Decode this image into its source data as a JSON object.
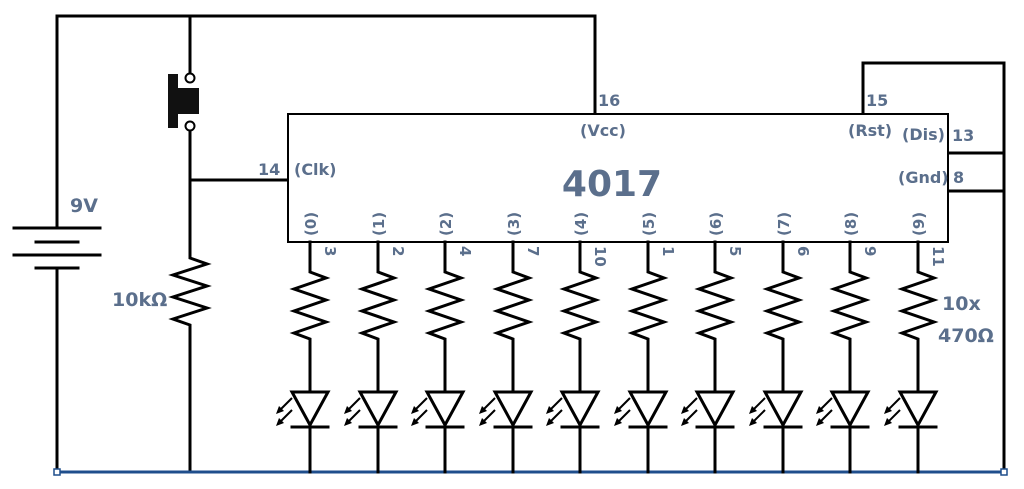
{
  "colors": {
    "label": "#5b6f8c",
    "wire": "#000000",
    "ground_rail": "#1f4e8c",
    "background": "#ffffff"
  },
  "chip": {
    "name": "4017",
    "vcc_label": "(Vcc)",
    "vcc_pin": "16",
    "rst_label": "(Rst)",
    "rst_pin": "15",
    "dis_label": "(Dis)",
    "dis_pin": "13",
    "gnd_label": "(Gnd)",
    "gnd_pin": "8",
    "clk_label": "(Clk)",
    "clk_pin": "14",
    "outputs": [
      {
        "label": "(0)",
        "pin": "3"
      },
      {
        "label": "(1)",
        "pin": "2"
      },
      {
        "label": "(2)",
        "pin": "4"
      },
      {
        "label": "(3)",
        "pin": "7"
      },
      {
        "label": "(4)",
        "pin": "10"
      },
      {
        "label": "(5)",
        "pin": "1"
      },
      {
        "label": "(6)",
        "pin": "5"
      },
      {
        "label": "(7)",
        "pin": "6"
      },
      {
        "label": "(8)",
        "pin": "9"
      },
      {
        "label": "(9)",
        "pin": "11"
      }
    ]
  },
  "battery_label": "9V",
  "pulldown_label": "10kΩ",
  "led_resistor_label_1": "10x",
  "led_resistor_label_2": "470Ω",
  "icons": [
    "battery-icon",
    "pushbutton-icon",
    "resistor-icon",
    "led-icon"
  ]
}
